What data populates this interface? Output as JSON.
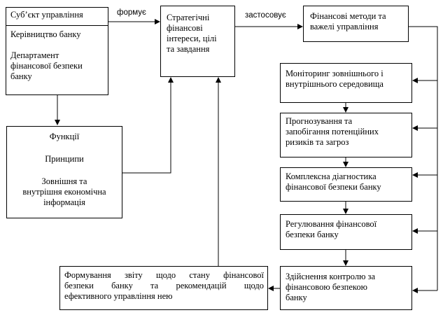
{
  "subject": {
    "header": "Суб’єкт управління",
    "item1": "Керівництво банку",
    "item2_lines": [
      "Департамент",
      "фінансової безпеки",
      "банку"
    ]
  },
  "functions": {
    "line1": "Функції",
    "line2": "Принципи",
    "line3_lines": [
      "Зовнішня та",
      "внутрішня економічна",
      "інформація"
    ]
  },
  "strategic": {
    "lines": [
      "Стратегічні",
      "фінансові",
      "інтереси, цілі",
      "та завдання"
    ]
  },
  "methods": {
    "lines": [
      "Фінансові методи та",
      "важелі управління"
    ]
  },
  "labels": {
    "forms": "формує",
    "applies": "застосовує"
  },
  "steps": [
    {
      "lines": [
        "Моніторинг зовнішнього і",
        "внутрішнього середовища"
      ]
    },
    {
      "lines": [
        "Прогнозування  та",
        "запобігання потенційних",
        "ризиків та загроз"
      ]
    },
    {
      "lines": [
        "Комплексна діагностика",
        "фінансової безпеки банку"
      ]
    },
    {
      "lines": [
        "Регулювання фінансової",
        "безпеки банку"
      ]
    },
    {
      "lines": [
        "Здійснення контролю за",
        "фінансовою безпекою",
        "банку"
      ]
    }
  ],
  "report": {
    "lines": [
      "Формування звіту щодо стану фінансової",
      "безпеки банку та рекомендацій щодо",
      "ефективного управління нею"
    ]
  }
}
